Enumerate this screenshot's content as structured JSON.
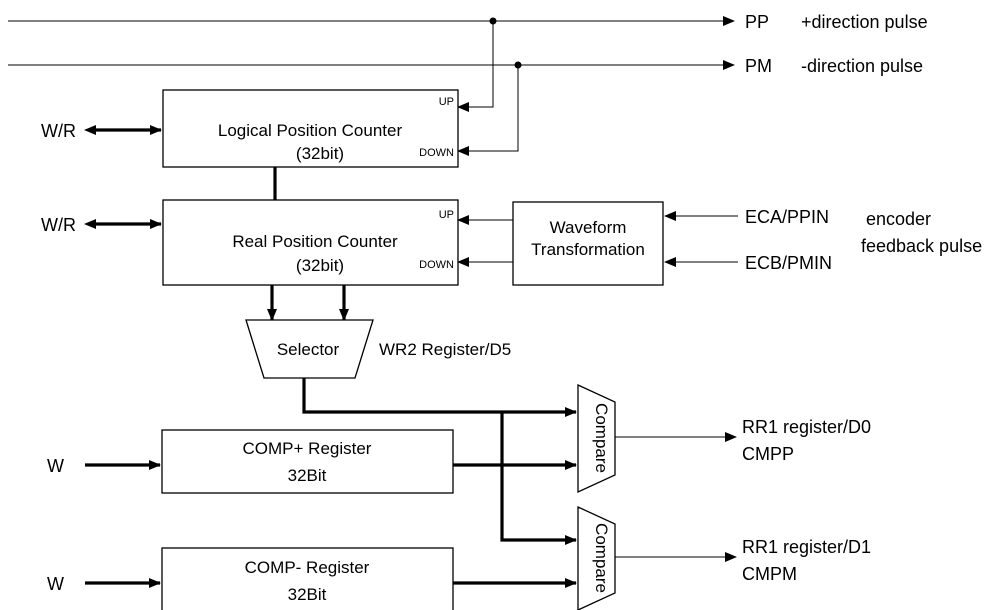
{
  "colors": {
    "line": "#000000",
    "background": "#ffffff"
  },
  "outputs": {
    "pp": {
      "name": "PP",
      "desc": "+direction pulse"
    },
    "pm": {
      "name": "PM",
      "desc": "-direction pulse"
    }
  },
  "logical_counter": {
    "title": "Logical Position Counter",
    "bits": "(32bit)",
    "up": "UP",
    "down": "DOWN",
    "io": "W/R"
  },
  "real_counter": {
    "title": "Real Position Counter",
    "bits": "(32bit)",
    "up": "UP",
    "down": "DOWN",
    "io": "W/R"
  },
  "waveform": {
    "line1": "Waveform",
    "line2": "Transformation"
  },
  "encoder": {
    "input_a": "ECA/PPIN",
    "input_b": "ECB/PMIN",
    "note_line1": "encoder",
    "note_line2": "feedback pulse"
  },
  "selector": {
    "label": "Selector",
    "register": "WR2 Register/D5"
  },
  "comp_plus": {
    "title": "COMP+ Register",
    "bits": "32Bit",
    "io": "W"
  },
  "comp_minus": {
    "title": "COMP- Register",
    "bits": "32Bit",
    "io": "W"
  },
  "comparators": {
    "label": "Compare",
    "out1_line1": "RR1 register/D0",
    "out1_line2": "CMPP",
    "out2_line1": "RR1 register/D1",
    "out2_line2": "CMPM"
  }
}
